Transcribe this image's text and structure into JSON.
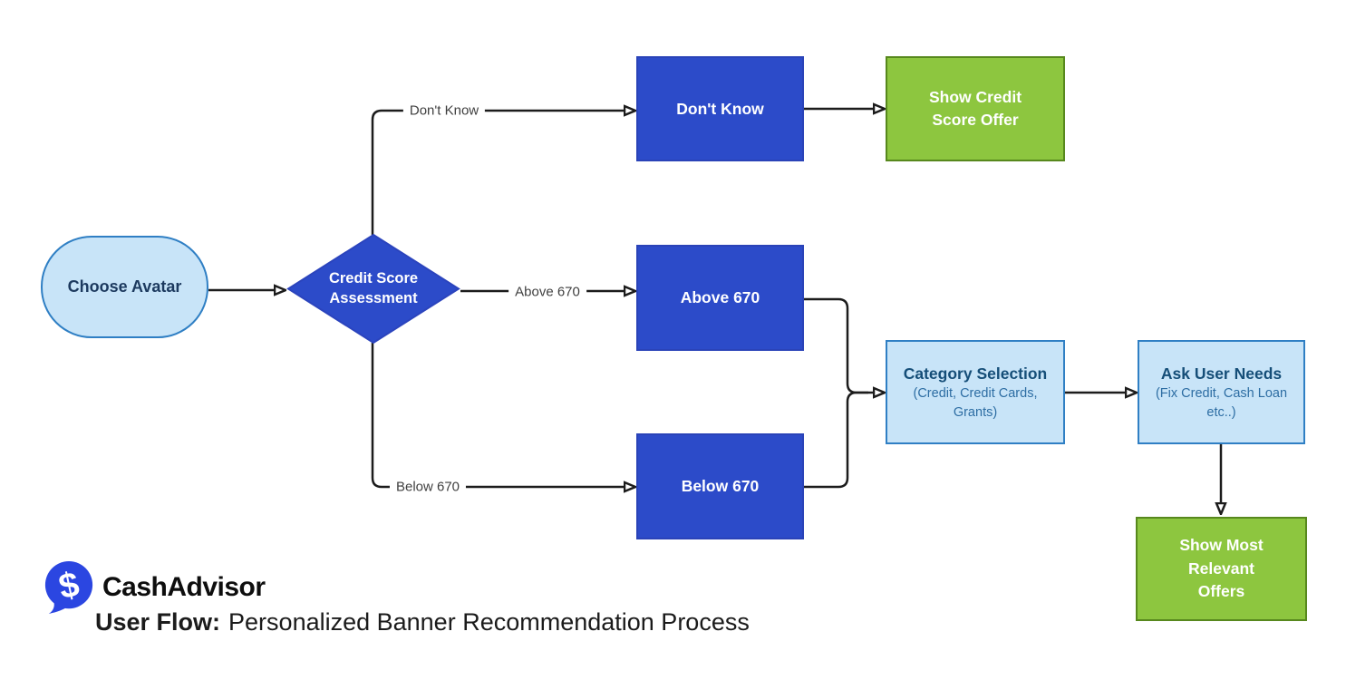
{
  "nodes": {
    "choose_avatar": {
      "label": "Choose Avatar"
    },
    "assessment": {
      "line1": "Credit Score",
      "line2": "Assessment"
    },
    "dont_know": {
      "label": "Don't Know"
    },
    "above_670": {
      "label": "Above 670"
    },
    "below_670": {
      "label": "Below 670"
    },
    "credit_score_offer": {
      "label": "Show Credit Score Offer"
    },
    "category_selection": {
      "title": "Category Selection",
      "subtitle": "(Credit, Credit Cards, Grants)"
    },
    "ask_user_needs": {
      "title": "Ask User Needs",
      "subtitle": "(Fix Credit, Cash Loan etc..)"
    },
    "relevant_offers": {
      "label": "Show Most Relevant Offers"
    }
  },
  "edge_labels": {
    "dont_know": "Don't Know",
    "above": "Above 670",
    "below": "Below 670"
  },
  "brand": {
    "name": "CashAdvisor",
    "dollar_glyph": "$"
  },
  "caption": {
    "bold_part": "User Flow:",
    "rest_part": "Personalized Banner Recommendation Process"
  },
  "colors": {
    "node_blue": "#2c4bc9",
    "node_blue_border": "#2a43b8",
    "node_green": "#8dc63f",
    "node_green_border": "#57881d",
    "node_lightblue": "#c8e4f8",
    "node_lightblue_border": "#2f7fc4",
    "lightbox_title_text": "#154e78",
    "lightbox_subtitle_text": "#2d6da3",
    "stadium_text": "#1d3a5f",
    "connector": "#1c1c1c",
    "edge_label_text": "#3f3f3f",
    "brand_blue": "#2b46e1"
  }
}
